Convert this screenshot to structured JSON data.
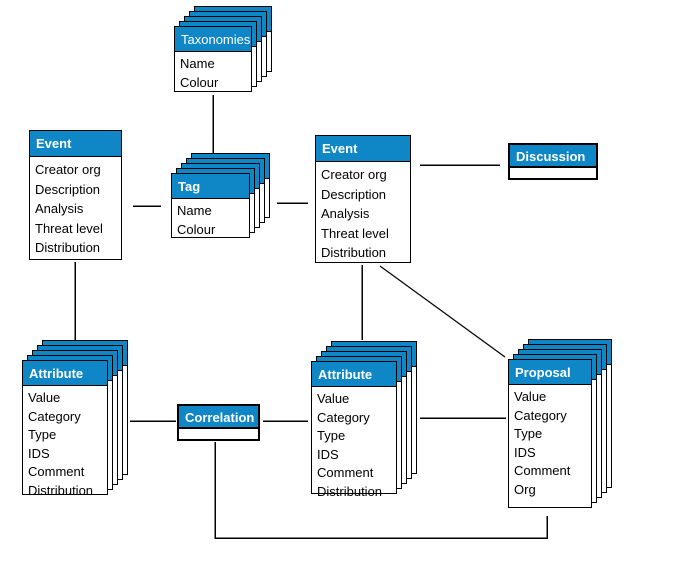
{
  "colors": {
    "header_blue": "#0f86c6",
    "line_black": "#000000",
    "background": "#ffffff",
    "header_text": "#ffffff",
    "body_text": "#000000"
  },
  "entities": {
    "taxonomies": {
      "title": "Taxonomies",
      "rows": [
        "Name",
        "Colour"
      ],
      "stacked": true
    },
    "event_left": {
      "title": "Event",
      "rows": [
        "Creator org",
        "Description",
        "Analysis",
        "Threat level",
        "Distribution"
      ],
      "stacked": false
    },
    "tag": {
      "title": "Tag",
      "rows": [
        "Name",
        "Colour"
      ],
      "stacked": true
    },
    "event_main": {
      "title": "Event",
      "rows": [
        "Creator org",
        "Description",
        "Analysis",
        "Threat level",
        "Distribution"
      ],
      "stacked": false
    },
    "discussion": {
      "title": "Discussion",
      "rows": [],
      "stacked": false
    },
    "attribute_left": {
      "title": "Attribute",
      "rows": [
        "Value",
        "Category",
        "Type",
        "IDS",
        "Comment",
        "Distribution"
      ],
      "stacked": true
    },
    "correlation": {
      "title": "Correlation",
      "rows": [],
      "stacked": false
    },
    "attribute_main": {
      "title": "Attribute",
      "rows": [
        "Value",
        "Category",
        "Type",
        "IDS",
        "Comment",
        "Distribution"
      ],
      "stacked": true
    },
    "proposal": {
      "title": "Proposal",
      "rows": [
        "Value",
        "Category",
        "Type",
        "IDS",
        "Comment",
        "Org"
      ],
      "stacked": true
    }
  },
  "connections": [
    {
      "from": "taxonomies",
      "to": "tag"
    },
    {
      "from": "event_left",
      "to": "tag"
    },
    {
      "from": "tag",
      "to": "event_main"
    },
    {
      "from": "event_main",
      "to": "discussion"
    },
    {
      "from": "event_left",
      "to": "attribute_left"
    },
    {
      "from": "event_main",
      "to": "attribute_main"
    },
    {
      "from": "event_main",
      "to": "proposal"
    },
    {
      "from": "attribute_left",
      "to": "correlation"
    },
    {
      "from": "correlation",
      "to": "attribute_main"
    },
    {
      "from": "attribute_main",
      "to": "proposal"
    },
    {
      "from": "correlation",
      "to": "proposal"
    }
  ]
}
